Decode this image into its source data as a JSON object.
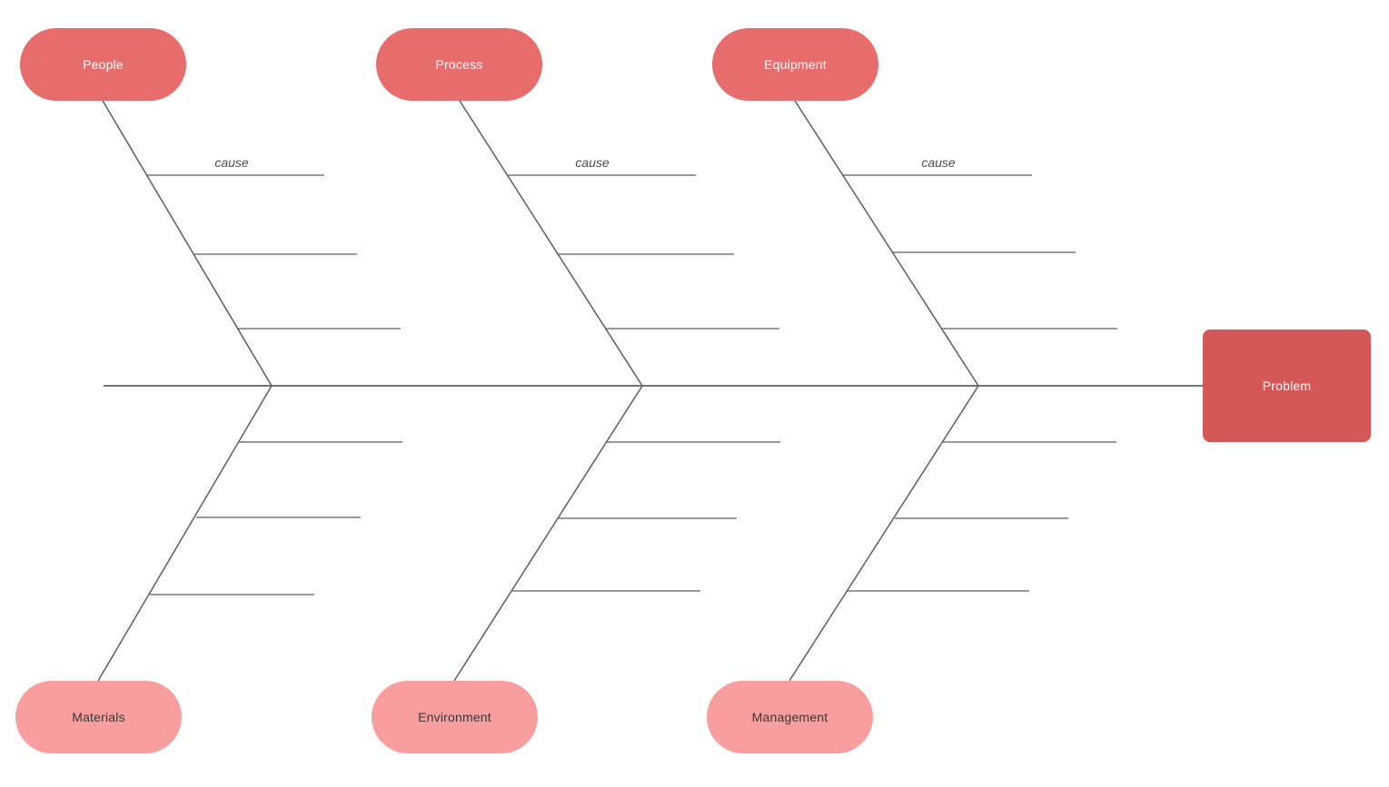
{
  "diagram": {
    "type": "fishbone-cause-and-effect",
    "problem": {
      "label": "Problem"
    },
    "top_categories": [
      {
        "label": "People",
        "cause_label": "cause"
      },
      {
        "label": "Process",
        "cause_label": "cause"
      },
      {
        "label": "Equipment",
        "cause_label": "cause"
      }
    ],
    "bottom_categories": [
      {
        "label": "Materials"
      },
      {
        "label": "Environment"
      },
      {
        "label": "Management"
      }
    ]
  },
  "colors": {
    "top_pill_fill": "#e76c6c",
    "top_pill_text": "#ffffff",
    "bottom_pill_fill": "#f99e9e",
    "bottom_pill_text": "#383838",
    "problem_fill": "#d45858",
    "problem_text": "#ffffff",
    "line": "#5e5e5e",
    "cause_text": "#4d4d4d"
  }
}
